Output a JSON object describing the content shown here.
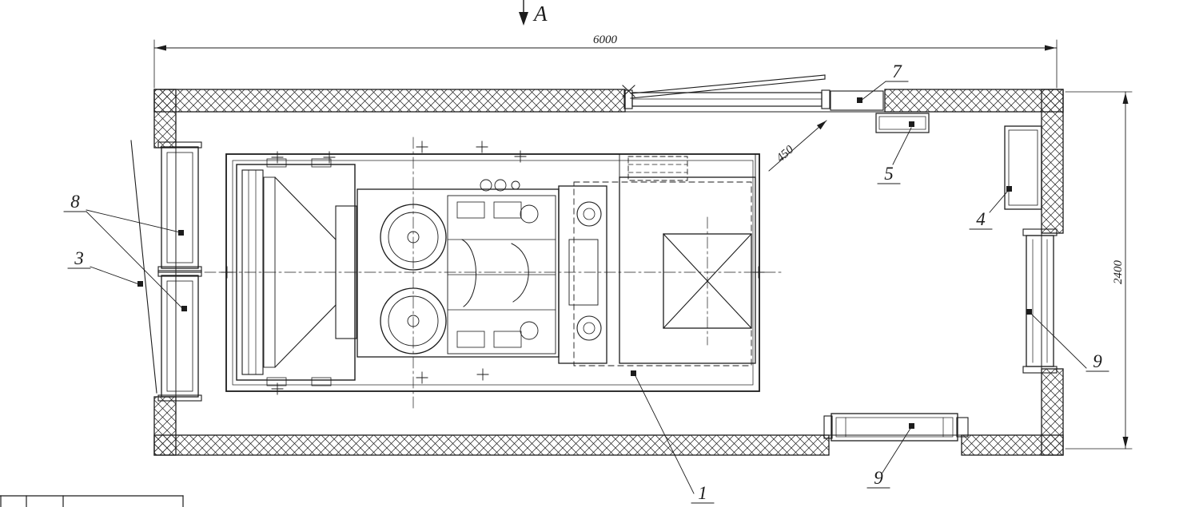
{
  "colors": {
    "line": "#1c1c1c",
    "background": "#ffffff"
  },
  "section_marker": {
    "label": "A"
  },
  "dimensions": {
    "overall_length": "6000",
    "overall_width": "2400",
    "door_opening": "450"
  },
  "callouts": {
    "genset": "1",
    "door_swing": "3",
    "cabinet": "4",
    "wall_box": "5",
    "top_door": "7",
    "left_doors": "8",
    "side_louver": "9",
    "bottom_louver": "9"
  }
}
